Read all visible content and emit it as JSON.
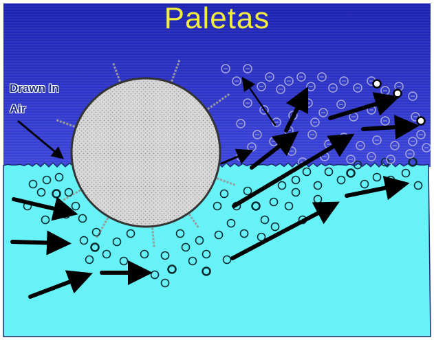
{
  "diagram": {
    "title": "Paletas",
    "label_drawn_in_air": [
      "Drawn In",
      "Air"
    ],
    "colors": {
      "sky_top": "#1c23b6",
      "sky_bottom": "#3a44d8",
      "water": "#66f2f6",
      "wheel": "#d9d9d9",
      "title": "#f2ec3c",
      "arrow": "#000000"
    }
  }
}
